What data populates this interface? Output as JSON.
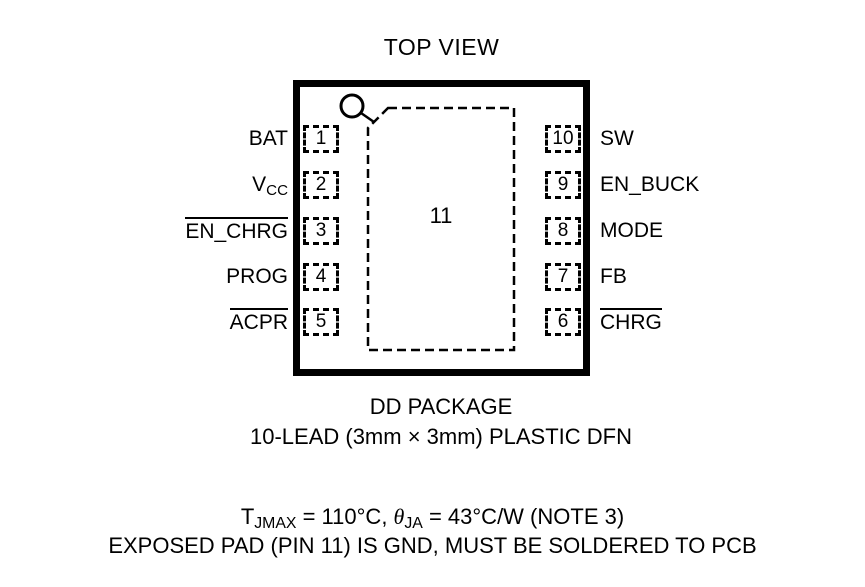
{
  "title": "TOP VIEW",
  "package": {
    "pad_label": "11",
    "left_pins": [
      {
        "number": "1",
        "label": "BAT"
      },
      {
        "number": "2",
        "label_main": "V",
        "label_sub": "CC"
      },
      {
        "number": "3",
        "label": "EN_CHRG"
      },
      {
        "number": "4",
        "label": "PROG"
      },
      {
        "number": "5",
        "label": "ACPR"
      }
    ],
    "right_pins": [
      {
        "number": "10",
        "label": "SW"
      },
      {
        "number": "9",
        "label": "EN_BUCK"
      },
      {
        "number": "8",
        "label": "MODE"
      },
      {
        "number": "7",
        "label": "FB"
      },
      {
        "number": "6",
        "label": "CHRG"
      }
    ]
  },
  "captions": {
    "package_name": "DD PACKAGE",
    "package_desc": "10-LEAD (3mm × 3mm) PLASTIC DFN"
  },
  "notes": {
    "t_prefix": "T",
    "t_sub": "JMAX",
    "t_mid": " = 110°C, ",
    "theta": "θ",
    "theta_sub": "JA",
    "theta_tail": " = 43°C/W (NOTE 3)",
    "exposed_pad": "EXPOSED PAD (PIN 11) IS GND, MUST BE SOLDERED TO PCB"
  }
}
